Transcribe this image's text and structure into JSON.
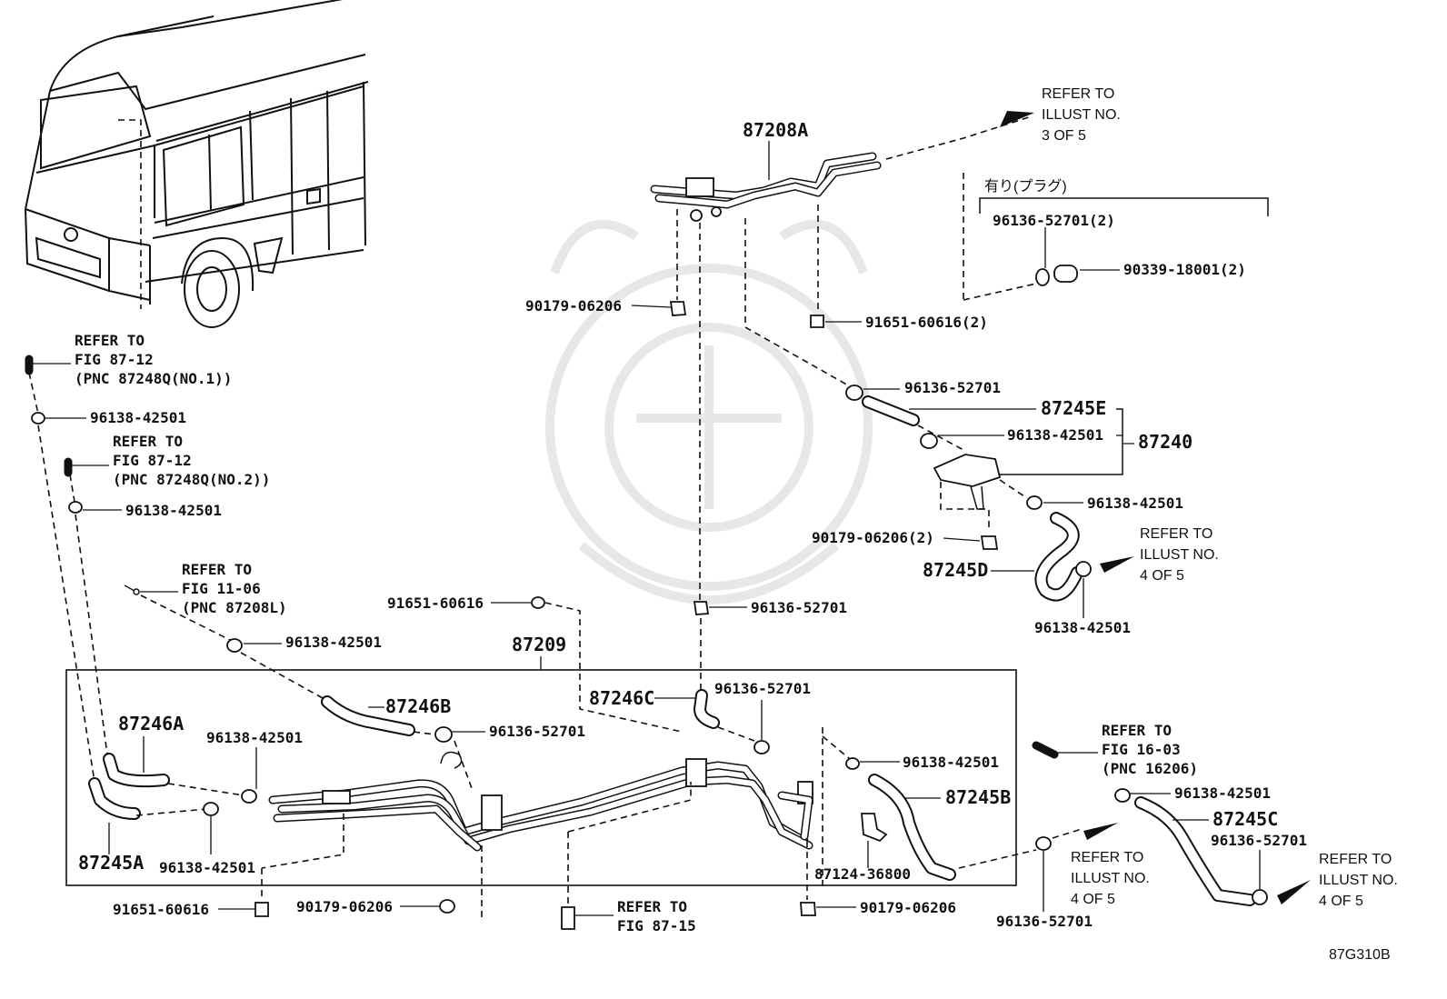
{
  "diagram_code": "87G310B",
  "header_note": "有り(プラグ)",
  "refers": [
    {
      "id": "ref-illust-3",
      "lines": [
        "REFER TO",
        "ILLUST NO.",
        "3 OF 5"
      ]
    },
    {
      "id": "ref-fig-87-12-a",
      "lines": [
        "REFER TO",
        "FIG 87-12",
        "(PNC 87248Q(NO.1))"
      ]
    },
    {
      "id": "ref-fig-87-12-b",
      "lines": [
        "REFER TO",
        "FIG 87-12",
        "(PNC 87248Q(NO.2))"
      ]
    },
    {
      "id": "ref-fig-11-06",
      "lines": [
        "REFER TO",
        "FIG 11-06",
        "(PNC 87208L)"
      ]
    },
    {
      "id": "ref-illust-4-a",
      "lines": [
        "REFER TO",
        "ILLUST NO.",
        "4 OF 5"
      ]
    },
    {
      "id": "ref-fig-16-03",
      "lines": [
        "REFER TO",
        "FIG 16-03",
        "(PNC 16206)"
      ]
    },
    {
      "id": "ref-illust-4-b",
      "lines": [
        "REFER TO",
        "ILLUST NO.",
        "4 OF 5"
      ]
    },
    {
      "id": "ref-illust-4-c",
      "lines": [
        "REFER TO",
        "ILLUST NO.",
        "4 OF 5"
      ]
    },
    {
      "id": "ref-fig-87-15",
      "lines": [
        "REFER TO",
        "FIG 87-15"
      ]
    }
  ],
  "labels": [
    {
      "id": "p-87208A",
      "text": "87208A",
      "big": true
    },
    {
      "id": "p-96136-52701-2",
      "text": "96136-52701(2)"
    },
    {
      "id": "p-90339-18001-2",
      "text": "90339-18001(2)"
    },
    {
      "id": "p-90179-06206-top",
      "text": "90179-06206"
    },
    {
      "id": "p-91651-60616-2",
      "text": "91651-60616(2)"
    },
    {
      "id": "p-96138-42501-l1",
      "text": "96138-42501"
    },
    {
      "id": "p-96138-42501-l2",
      "text": "96138-42501"
    },
    {
      "id": "p-96136-52701-r1",
      "text": "96136-52701"
    },
    {
      "id": "p-87245E",
      "text": "87245E",
      "big": true
    },
    {
      "id": "p-96138-42501-r1",
      "text": "96138-42501"
    },
    {
      "id": "p-87240",
      "text": "87240",
      "big": true
    },
    {
      "id": "p-96138-42501-r2",
      "text": "96138-42501"
    },
    {
      "id": "p-90179-06206-2",
      "text": "90179-06206(2)"
    },
    {
      "id": "p-87245D",
      "text": "87245D",
      "big": true
    },
    {
      "id": "p-96138-42501-r3",
      "text": "96138-42501"
    },
    {
      "id": "p-91651-60616-mid",
      "text": "91651-60616"
    },
    {
      "id": "p-96136-52701-mid",
      "text": "96136-52701"
    },
    {
      "id": "p-96138-42501-l3",
      "text": "96138-42501"
    },
    {
      "id": "p-87209",
      "text": "87209",
      "big": true
    },
    {
      "id": "p-87246B",
      "text": "87246B",
      "big": true
    },
    {
      "id": "p-87246C",
      "text": "87246C",
      "big": true
    },
    {
      "id": "p-96136-52701-c",
      "text": "96136-52701"
    },
    {
      "id": "p-87246A",
      "text": "87246A",
      "big": true
    },
    {
      "id": "p-96138-42501-a",
      "text": "96138-42501"
    },
    {
      "id": "p-96136-52701-b",
      "text": "96136-52701"
    },
    {
      "id": "p-96138-42501-b",
      "text": "96138-42501"
    },
    {
      "id": "p-87245B",
      "text": "87245B",
      "big": true
    },
    {
      "id": "p-87245A",
      "text": "87245A",
      "big": true
    },
    {
      "id": "p-96138-42501-c",
      "text": "96138-42501"
    },
    {
      "id": "p-87124-36800",
      "text": "87124-36800"
    },
    {
      "id": "p-96138-42501-d",
      "text": "96138-42501"
    },
    {
      "id": "p-87245C",
      "text": "87245C",
      "big": true
    },
    {
      "id": "p-96136-52701-d",
      "text": "96136-52701"
    },
    {
      "id": "p-91651-60616-bot",
      "text": "91651-60616"
    },
    {
      "id": "p-90179-06206-bot",
      "text": "90179-06206"
    },
    {
      "id": "p-90179-06206-bot2",
      "text": "90179-06206"
    },
    {
      "id": "p-96136-52701-e",
      "text": "96136-52701"
    }
  ]
}
